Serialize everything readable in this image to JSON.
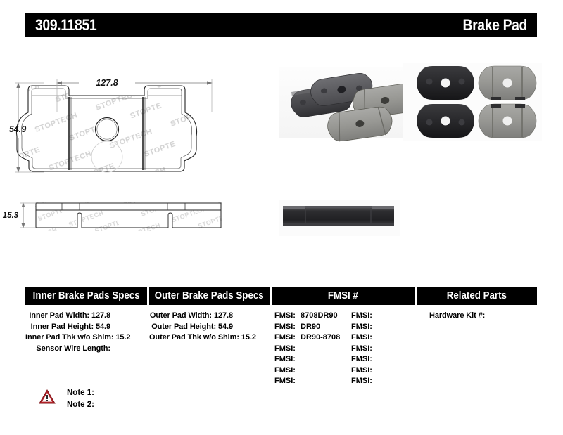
{
  "header": {
    "part_number": "309.11851",
    "product_type": "Brake Pad",
    "background_color": "#000000",
    "text_color": "#ffffff"
  },
  "drawing": {
    "watermark_text": "STOPTECH",
    "front_view": {
      "width_dimension": "127.8",
      "height_dimension": "54.9"
    },
    "side_view": {
      "thickness_dimension": "15.3"
    }
  },
  "photos": [
    {
      "name": "four-pads-angled-photo",
      "caption": ""
    },
    {
      "name": "four-pads-flat-photo",
      "caption": ""
    },
    {
      "name": "pad-edge-photo",
      "caption": ""
    }
  ],
  "table": {
    "columns": [
      {
        "id": "inner",
        "header": "Inner Brake Pads Specs",
        "rows": [
          {
            "label": "Inner Pad Width:",
            "value": "127.8"
          },
          {
            "label": "Inner Pad Height:",
            "value": "54.9"
          },
          {
            "label": "Inner Pad Thk w/o Shim:",
            "value": "15.2"
          },
          {
            "label": "Sensor Wire Length:",
            "value": ""
          }
        ]
      },
      {
        "id": "outer",
        "header": "Outer Brake Pads Specs",
        "rows": [
          {
            "label": "Outer Pad Width:",
            "value": "127.8"
          },
          {
            "label": "Outer Pad Height:",
            "value": "54.9"
          },
          {
            "label": "Outer Pad Thk w/o Shim:",
            "value": "15.2"
          }
        ]
      },
      {
        "id": "fmsi",
        "header": "FMSI #",
        "left_rows": [
          {
            "label": "FMSI:",
            "value": "8708DR90"
          },
          {
            "label": "FMSI:",
            "value": "DR90"
          },
          {
            "label": "FMSI:",
            "value": "DR90-8708"
          },
          {
            "label": "FMSI:",
            "value": ""
          },
          {
            "label": "FMSI:",
            "value": ""
          },
          {
            "label": "FMSI:",
            "value": ""
          },
          {
            "label": "FMSI:",
            "value": ""
          }
        ],
        "right_rows": [
          {
            "label": "FMSI:",
            "value": ""
          },
          {
            "label": "FMSI:",
            "value": ""
          },
          {
            "label": "FMSI:",
            "value": ""
          },
          {
            "label": "FMSI:",
            "value": ""
          },
          {
            "label": "FMSI:",
            "value": ""
          },
          {
            "label": "FMSI:",
            "value": ""
          },
          {
            "label": "FMSI:",
            "value": ""
          }
        ]
      },
      {
        "id": "related",
        "header": "Related Parts",
        "rows": [
          {
            "label": "Hardware Kit #:",
            "value": ""
          }
        ]
      }
    ]
  },
  "notes": {
    "icon": "warning-triangle-icon",
    "icon_color": "#a31f23",
    "lines": [
      {
        "label": "Note 1:",
        "value": ""
      },
      {
        "label": "Note 2:",
        "value": ""
      }
    ]
  }
}
